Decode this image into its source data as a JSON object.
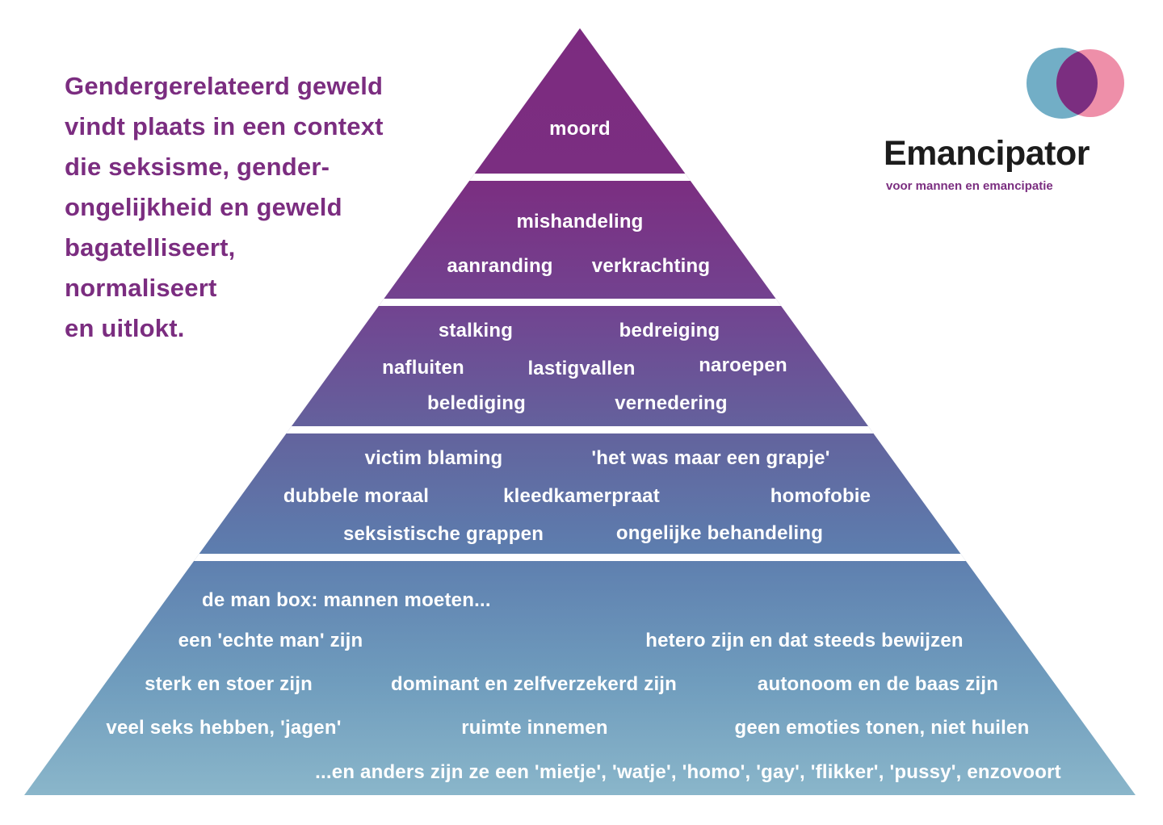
{
  "intro": {
    "lines": [
      "Gendergerelateerd geweld",
      "vindt plaats in een context",
      "die seksisme, gender-",
      "ongelijkheid en geweld",
      "bagatelliseert,",
      "normaliseert",
      "en uitlokt."
    ]
  },
  "logo": {
    "wordmark": "Emancipator",
    "tagline": "voor mannen en emancipatie"
  },
  "colors": {
    "accent_purple": "#7b2e80",
    "logo_blue": "#72aec6",
    "logo_pink": "#ee8fa9",
    "pyramid_top": "#7c2b80",
    "pyramid_bottom": "#8ab6ca",
    "label_text": "#ffffff"
  },
  "pyramid": {
    "tier1": {
      "moord": "moord"
    },
    "tier2": {
      "mishandeling": "mishandeling",
      "aanranding": "aanranding",
      "verkrachting": "verkrachting"
    },
    "tier3": {
      "stalking": "stalking",
      "bedreiging": "bedreiging",
      "nafluiten": "nafluiten",
      "lastigvallen": "lastigvallen",
      "naroepen": "naroepen",
      "belediging": "belediging",
      "vernedering": "vernedering"
    },
    "tier4": {
      "victim_blaming": "victim blaming",
      "grapje": "'het was maar een grapje'",
      "dubbele_moraal": "dubbele moraal",
      "kleedkamerpraat": "kleedkamerpraat",
      "homofobie": "homofobie",
      "seksistische_grappen": "seksistische grappen",
      "ongelijke_behandeling": "ongelijke  behandeling"
    },
    "tier5": {
      "manbox_prefix": "de",
      "manbox_bold": "man box",
      "manbox_rest": ": mannen moeten...",
      "echte_man": "een 'echte man' zijn",
      "hetero": "hetero zijn en dat steeds bewijzen",
      "sterk": "sterk en stoer zijn",
      "dominant": "dominant en zelfverzekerd zijn",
      "autonoom": "autonoom en de baas zijn",
      "seks": "veel seks hebben, 'jagen'",
      "ruimte": "ruimte innemen",
      "emoties": "geen emoties tonen, niet huilen",
      "anders": "...en anders zijn ze een 'mietje', 'watje', 'homo', 'gay', 'flikker', 'pussy', enzovoort"
    }
  }
}
